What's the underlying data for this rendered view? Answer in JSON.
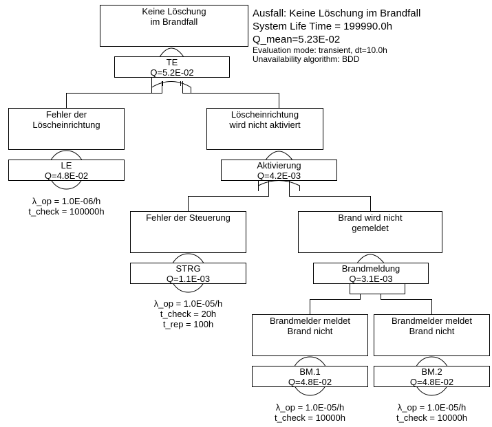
{
  "info": {
    "title": "Ausfall: Keine Löschung im Brandfall",
    "life_time": "System Life Time = 199990.0h",
    "q_mean": "Q_mean=5.23E-02",
    "eval_mode": "Evaluation mode: transient, dt=10.0h",
    "algorithm": "Unavailability algorithm: BDD"
  },
  "nodes": {
    "top": {
      "event": "Keine Löschung\nim Brandfall",
      "gate_name": "TE",
      "q": "Q=5.2E-02",
      "gate_type": "OR"
    },
    "le": {
      "event": "Fehler der\nLöscheinrichtung",
      "gate_name": "LE",
      "q": "Q=4.8E-02",
      "gate_type": "basic",
      "params": "λ_op = 1.0E-06/h\nt_check = 100000h"
    },
    "akt": {
      "event": "Löscheinrichtung\nwird nicht aktiviert",
      "gate_name": "Aktivierung",
      "q": "Q=4.2E-03",
      "gate_type": "OR"
    },
    "strg": {
      "event": "Fehler der Steuerung",
      "gate_name": "STRG",
      "q": "Q=1.1E-03",
      "gate_type": "basic",
      "params": "λ_op = 1.0E-05/h\nt_check = 20h\nt_rep = 100h"
    },
    "bm": {
      "event": "Brand wird nicht\ngemeldet",
      "gate_name": "Brandmeldung",
      "q": "Q=3.1E-03",
      "gate_type": "AND"
    },
    "bm1": {
      "event": "Brandmelder meldet\nBrand nicht",
      "gate_name": "BM.1",
      "q": "Q=4.8E-02",
      "gate_type": "basic",
      "params": "λ_op = 1.0E-05/h\nt_check = 10000h"
    },
    "bm2": {
      "event": "Brandmelder meldet\nBrand nicht",
      "gate_name": "BM.2",
      "q": "Q=4.8E-02",
      "gate_type": "basic",
      "params": "λ_op = 1.0E-05/h\nt_check = 10000h"
    }
  }
}
